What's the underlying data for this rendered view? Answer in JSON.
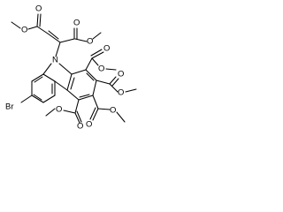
{
  "molecule": {
    "atom_labels": {
      "N": "N",
      "Br": "Br",
      "O": "O"
    },
    "colors": {
      "bond": "#000000",
      "text": "#000000",
      "background": "#ffffff"
    }
  }
}
